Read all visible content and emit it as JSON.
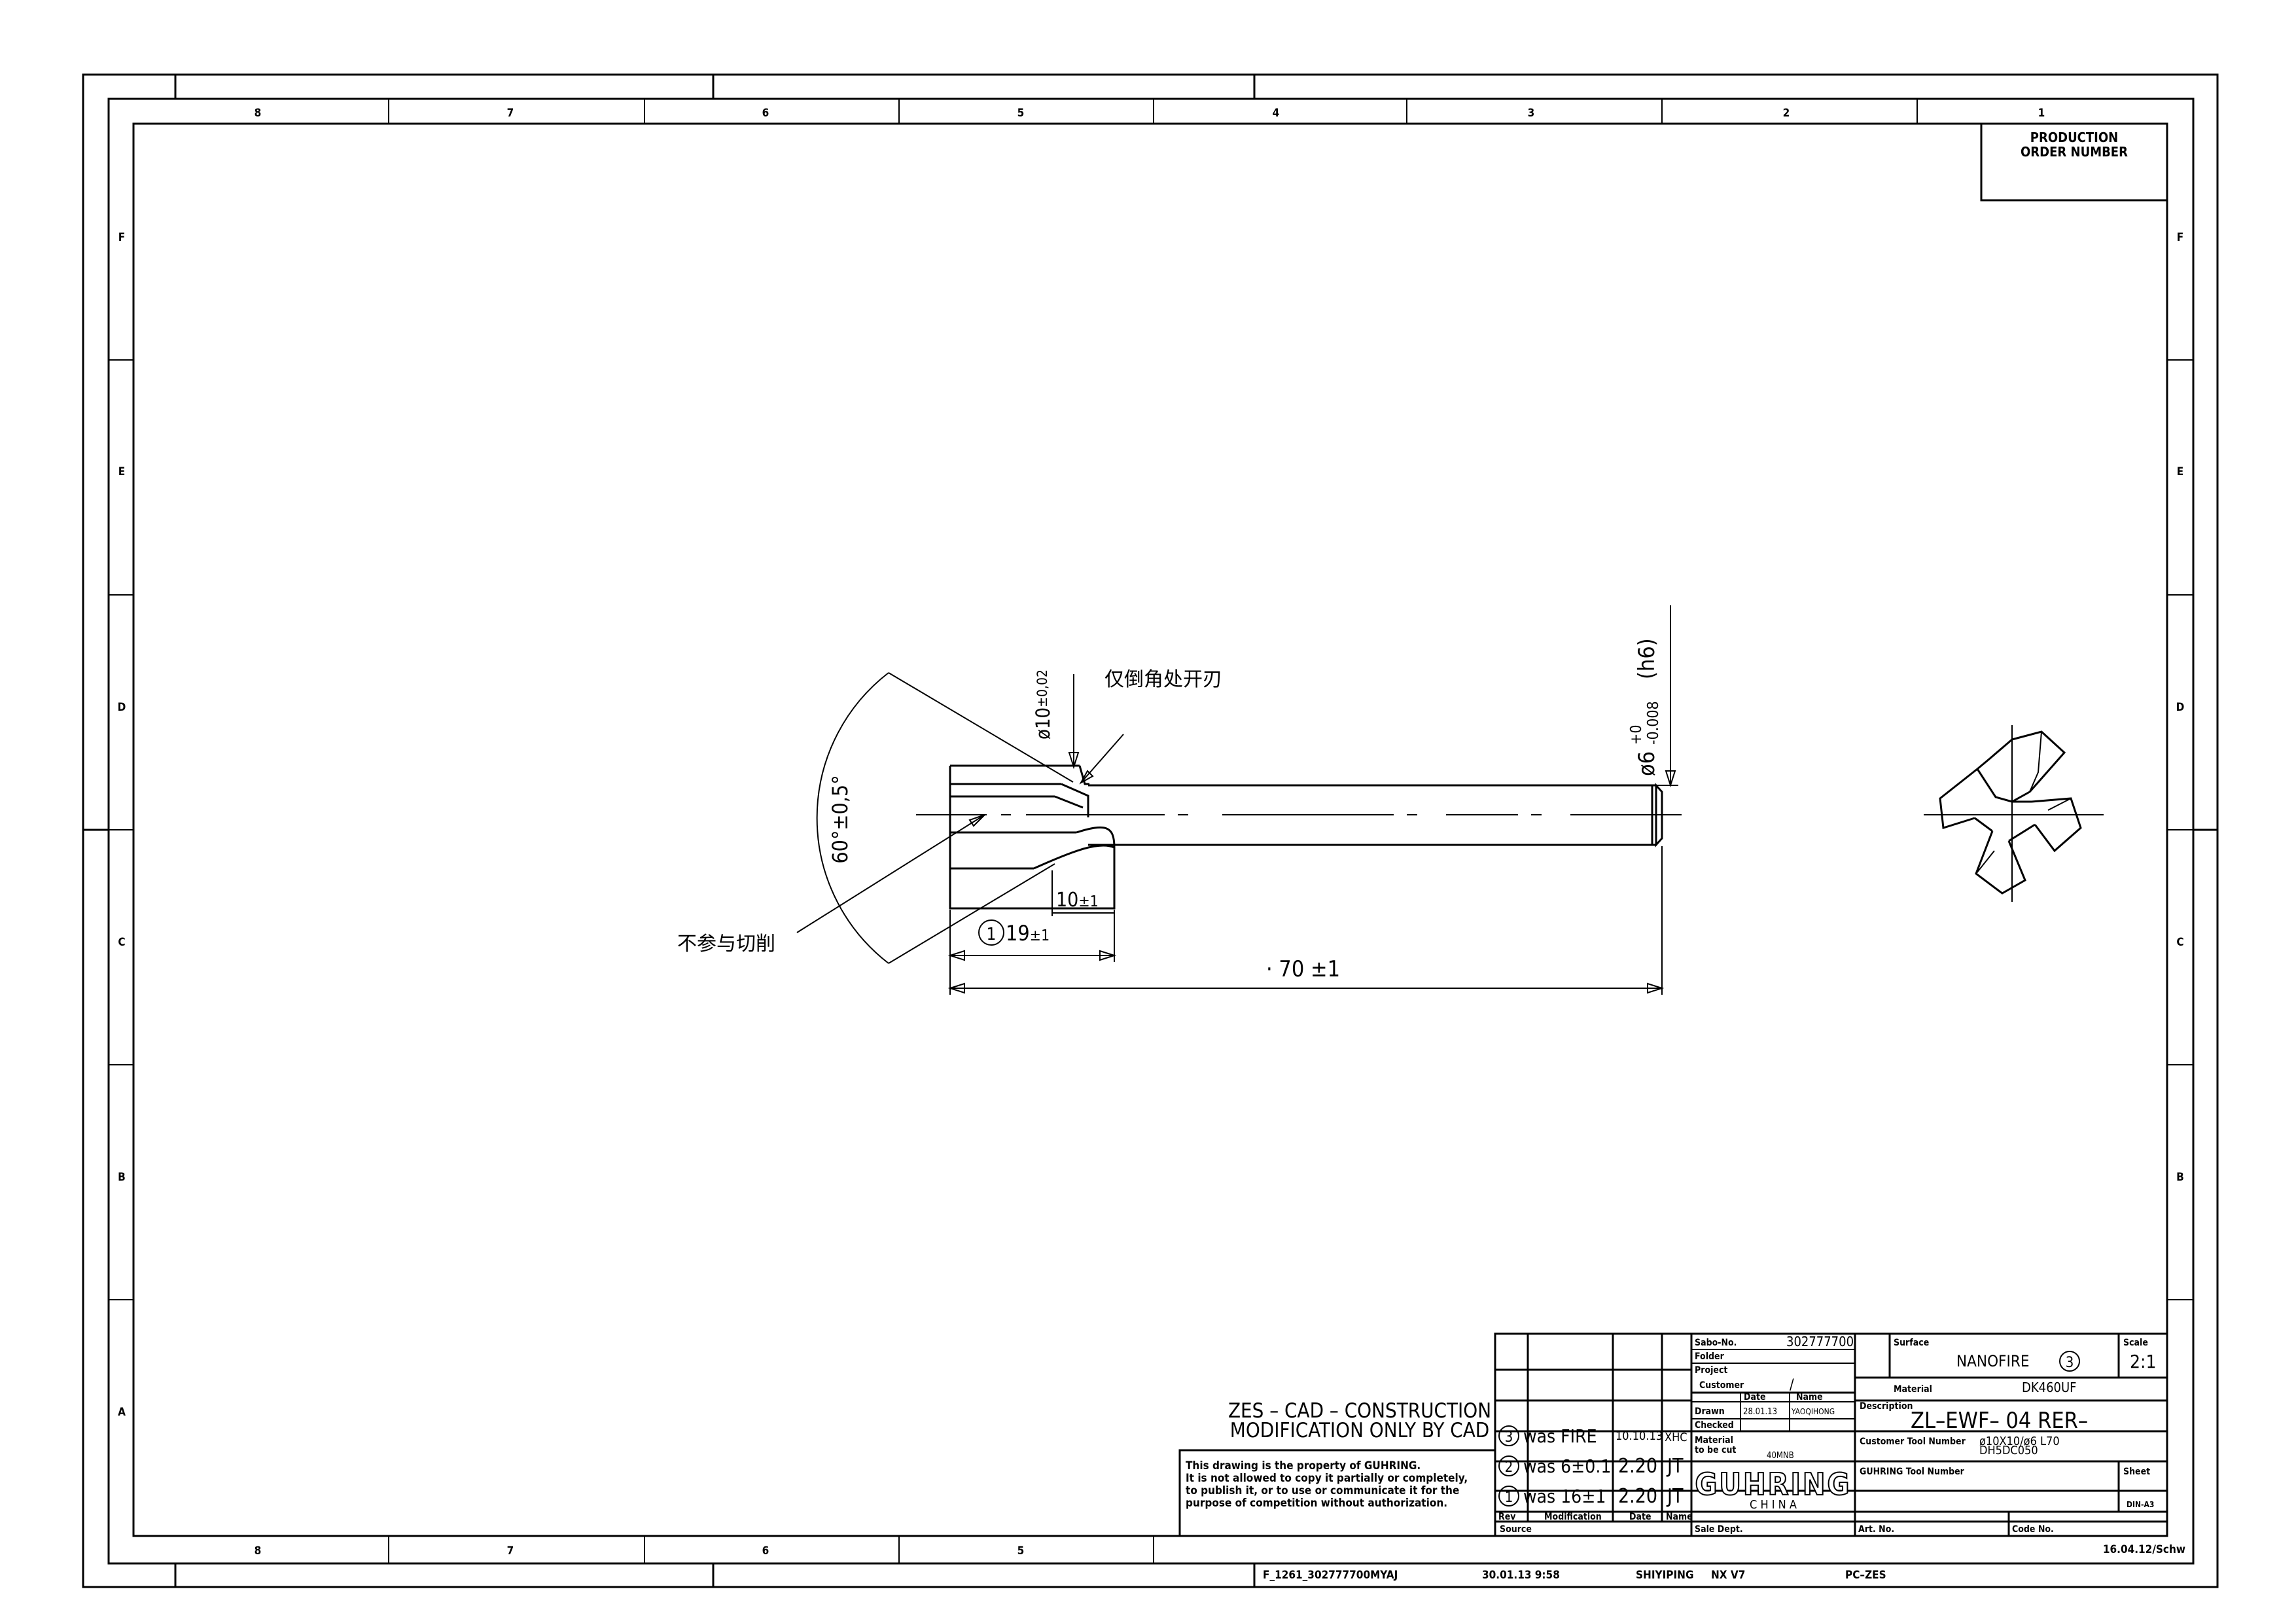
{
  "zone_columns": [
    "8",
    "7",
    "6",
    "5",
    "4",
    "3",
    "2",
    "1"
  ],
  "zone_rows": [
    "F",
    "E",
    "D",
    "C",
    "B",
    "A"
  ],
  "bottom_zone_columns": [
    "8",
    "7",
    "6",
    "5"
  ],
  "production_order": "PRODUCTION\nORDER NUMBER",
  "part": {
    "angle": "60°±0,5°",
    "dia10_base": "ø10",
    "dia10_tol": "±0,02",
    "dia6_base": "ø6",
    "dia6_upper": "+0",
    "dia6_lower": "-0.008",
    "dia6_fit": "(h6)",
    "len10_base": "10",
    "len10_tol": "±1",
    "len19_marker": "1",
    "len19_base": "19",
    "len19_tol": "±1",
    "len70": "· 70 ±1",
    "note_chamfer": "仅倒角处开刃",
    "note_nocut": "不参与切削"
  },
  "title_block": {
    "zes_line1": "ZES – CAD – CONSTRUCTION",
    "zes_line2": "MODIFICATION ONLY BY CAD",
    "property_notice": "This drawing is the property of GUHRING.\nIt is not allowed to copy it partially or completely,\nto publish it, or to use or communicate it for the\npurpose of competition without authorization.",
    "revisions": [
      {
        "rev": "3",
        "modification": "was FIRE",
        "date": "10.10.13",
        "name": "XHC"
      },
      {
        "rev": "2",
        "modification": "was 6±0.1",
        "date": "2.20",
        "name": "JT"
      },
      {
        "rev": "1",
        "modification": "was 16±1",
        "date": "2.20",
        "name": "JT"
      }
    ],
    "rev_header": {
      "rev": "Rev",
      "modification": "Modification",
      "date": "Date",
      "name": "Name"
    },
    "source_label": "Source",
    "sabo_label": "Sabo-No.",
    "sabo_value": "302777700",
    "folder_label": "Folder",
    "project_label": "Project",
    "customer_label": "Customer",
    "customer_value": "/",
    "date_label": "Date",
    "name_label": "Name",
    "drawn_label": "Drawn",
    "drawn_date": "28.01.13",
    "drawn_name": "YAOQIHONG",
    "checked_label": "Checked",
    "material_cut_label": "Material\nto be cut",
    "material_cut_value": "40MNB",
    "logo": "GUHRING",
    "china": "C H I N A",
    "sale_dept_label": "Sale Dept.",
    "surface_label": "Surface",
    "surface_value": "NANOFIRE",
    "surface_marker": "3",
    "scale_label": "Scale",
    "scale_value": "2:1",
    "material_label": "Material",
    "material_value": "DK460UF",
    "description_label": "Description",
    "description_value": "ZL–EWF–  04  RER–",
    "customer_tool_label": "Customer Tool Number",
    "customer_tool_value": "ø10X10/ø6 L70\nDH5DC050",
    "guhring_tool_label": "GUHRING Tool Number",
    "sheet_label": "Sheet",
    "sheet_value": "DIN-A3",
    "art_no_label": "Art. No.",
    "code_no_label": "Code No.",
    "footer_date": "16.04.12/Schw"
  },
  "footer": {
    "file": "F_1261_302777700MYAJ",
    "timestamp": "30.01.13  9:58",
    "user": "SHIYIPING",
    "software": "NX V7",
    "station": "PC–ZES"
  }
}
